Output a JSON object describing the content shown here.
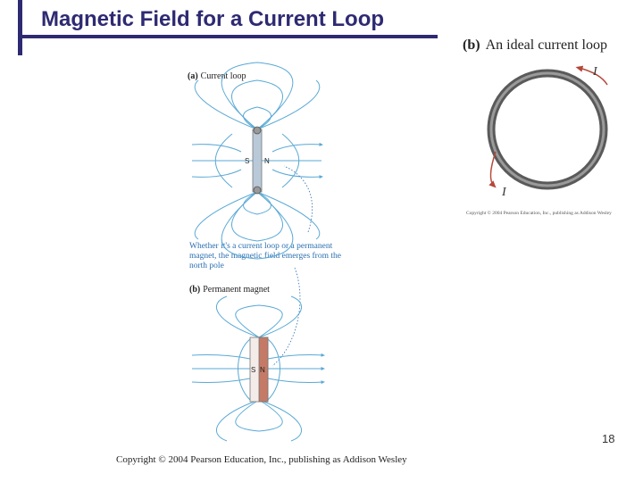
{
  "slide": {
    "title": "Magnetic Field for a Current Loop",
    "page_number": "18",
    "accent_color": "#2e2a72"
  },
  "figure_b_right": {
    "label": "(b)",
    "caption": "An ideal current loop",
    "current_symbol_top": "I",
    "current_symbol_bottom": "I",
    "copyright": "Copyright © 2004 Pearson Education, Inc., publishing as Addison Wesley"
  },
  "figure_left": {
    "a_label": "(a)",
    "a_caption": "Current loop",
    "b_label": "(b)",
    "b_caption": "Permanent magnet",
    "note": "Whether it's a current loop or a permanent magnet, the magnetic field emerges from the north pole",
    "pole_s": "S",
    "pole_n": "N",
    "field_color": "#5aa9d6",
    "magnet_color": "#c47a66"
  },
  "footer": {
    "copyright": "Copyright © 2004 Pearson Education, Inc., publishing as Addison Wesley"
  }
}
